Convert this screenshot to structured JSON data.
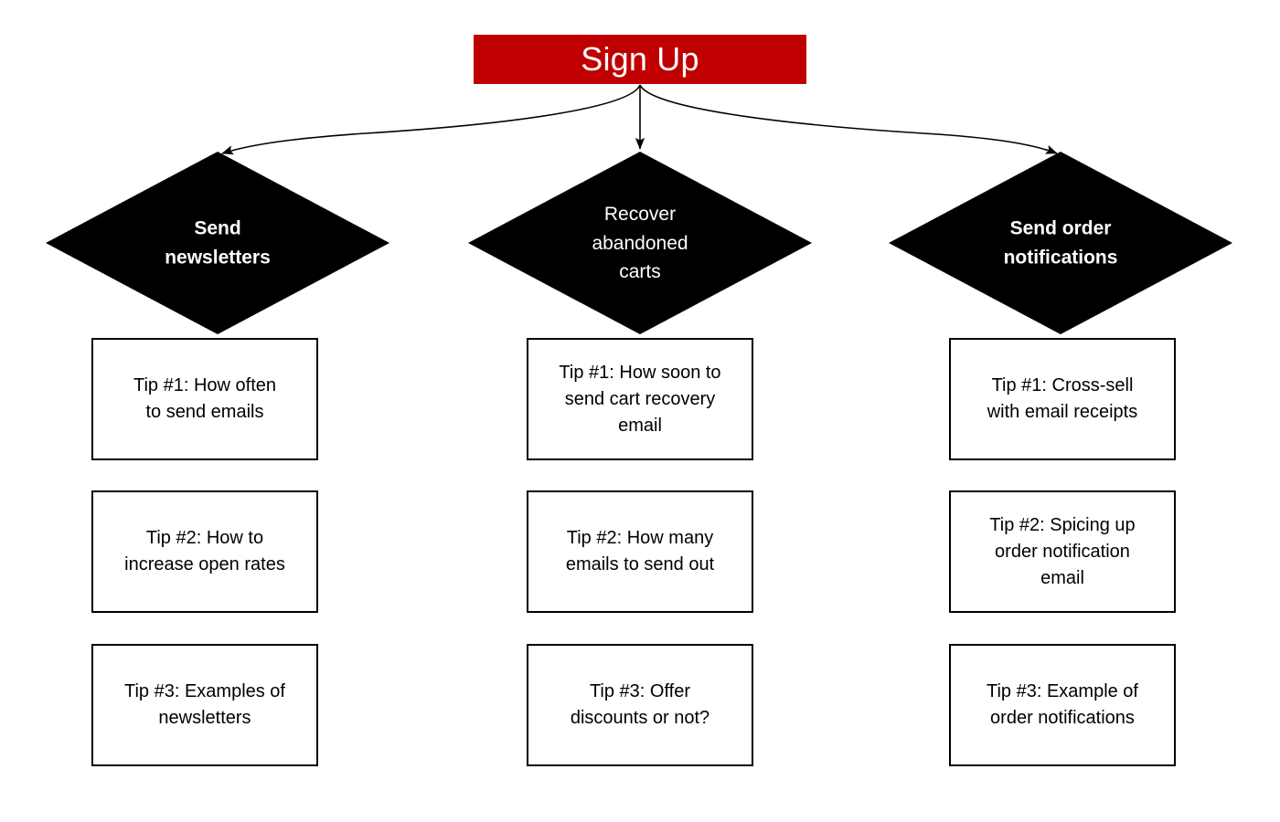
{
  "diagram": {
    "title": "Sign Up",
    "colors": {
      "root_fill": "#C00000",
      "root_text": "#FFFFFF",
      "branch_fill": "#000000",
      "branch_text": "#FFFFFF",
      "box_border": "#000000",
      "box_fill": "#FFFFFF",
      "box_text": "#000000",
      "connector": "#000000",
      "background": "#FFFFFF"
    },
    "root": {
      "label": "Sign Up",
      "shape": "rectangle"
    },
    "connectors": [
      {
        "name": "root-to-branch-1",
        "from": "Sign Up",
        "to": "Send newsletters",
        "style": "curved-arrow"
      },
      {
        "name": "root-to-branch-2",
        "from": "Sign Up",
        "to": "Recover abandoned carts",
        "style": "straight-arrow"
      },
      {
        "name": "root-to-branch-3",
        "from": "Sign Up",
        "to": "Send order notifications",
        "style": "curved-arrow"
      }
    ],
    "branches": [
      {
        "id": "newsletters",
        "label": "Send\nnewsletters",
        "shape": "diamond",
        "tips": [
          "Tip #1: How often\nto send emails",
          "Tip #2: How to\nincrease open rates",
          "Tip #3: Examples of\nnewsletters"
        ]
      },
      {
        "id": "abandoned-carts",
        "label": "Recover\nabandoned\ncarts",
        "shape": "diamond",
        "tips": [
          "Tip #1: How soon to\nsend cart recovery\nemail",
          "Tip #2: How many\nemails to send out",
          "Tip #3: Offer\ndiscounts or not?"
        ]
      },
      {
        "id": "order-notifications",
        "label": "Send order\nnotifications",
        "shape": "diamond",
        "tips": [
          "Tip #1: Cross-sell\nwith email receipts",
          "Tip #2: Spicing up\norder notification\nemail",
          "Tip #3: Example of\norder notifications"
        ]
      }
    ]
  }
}
